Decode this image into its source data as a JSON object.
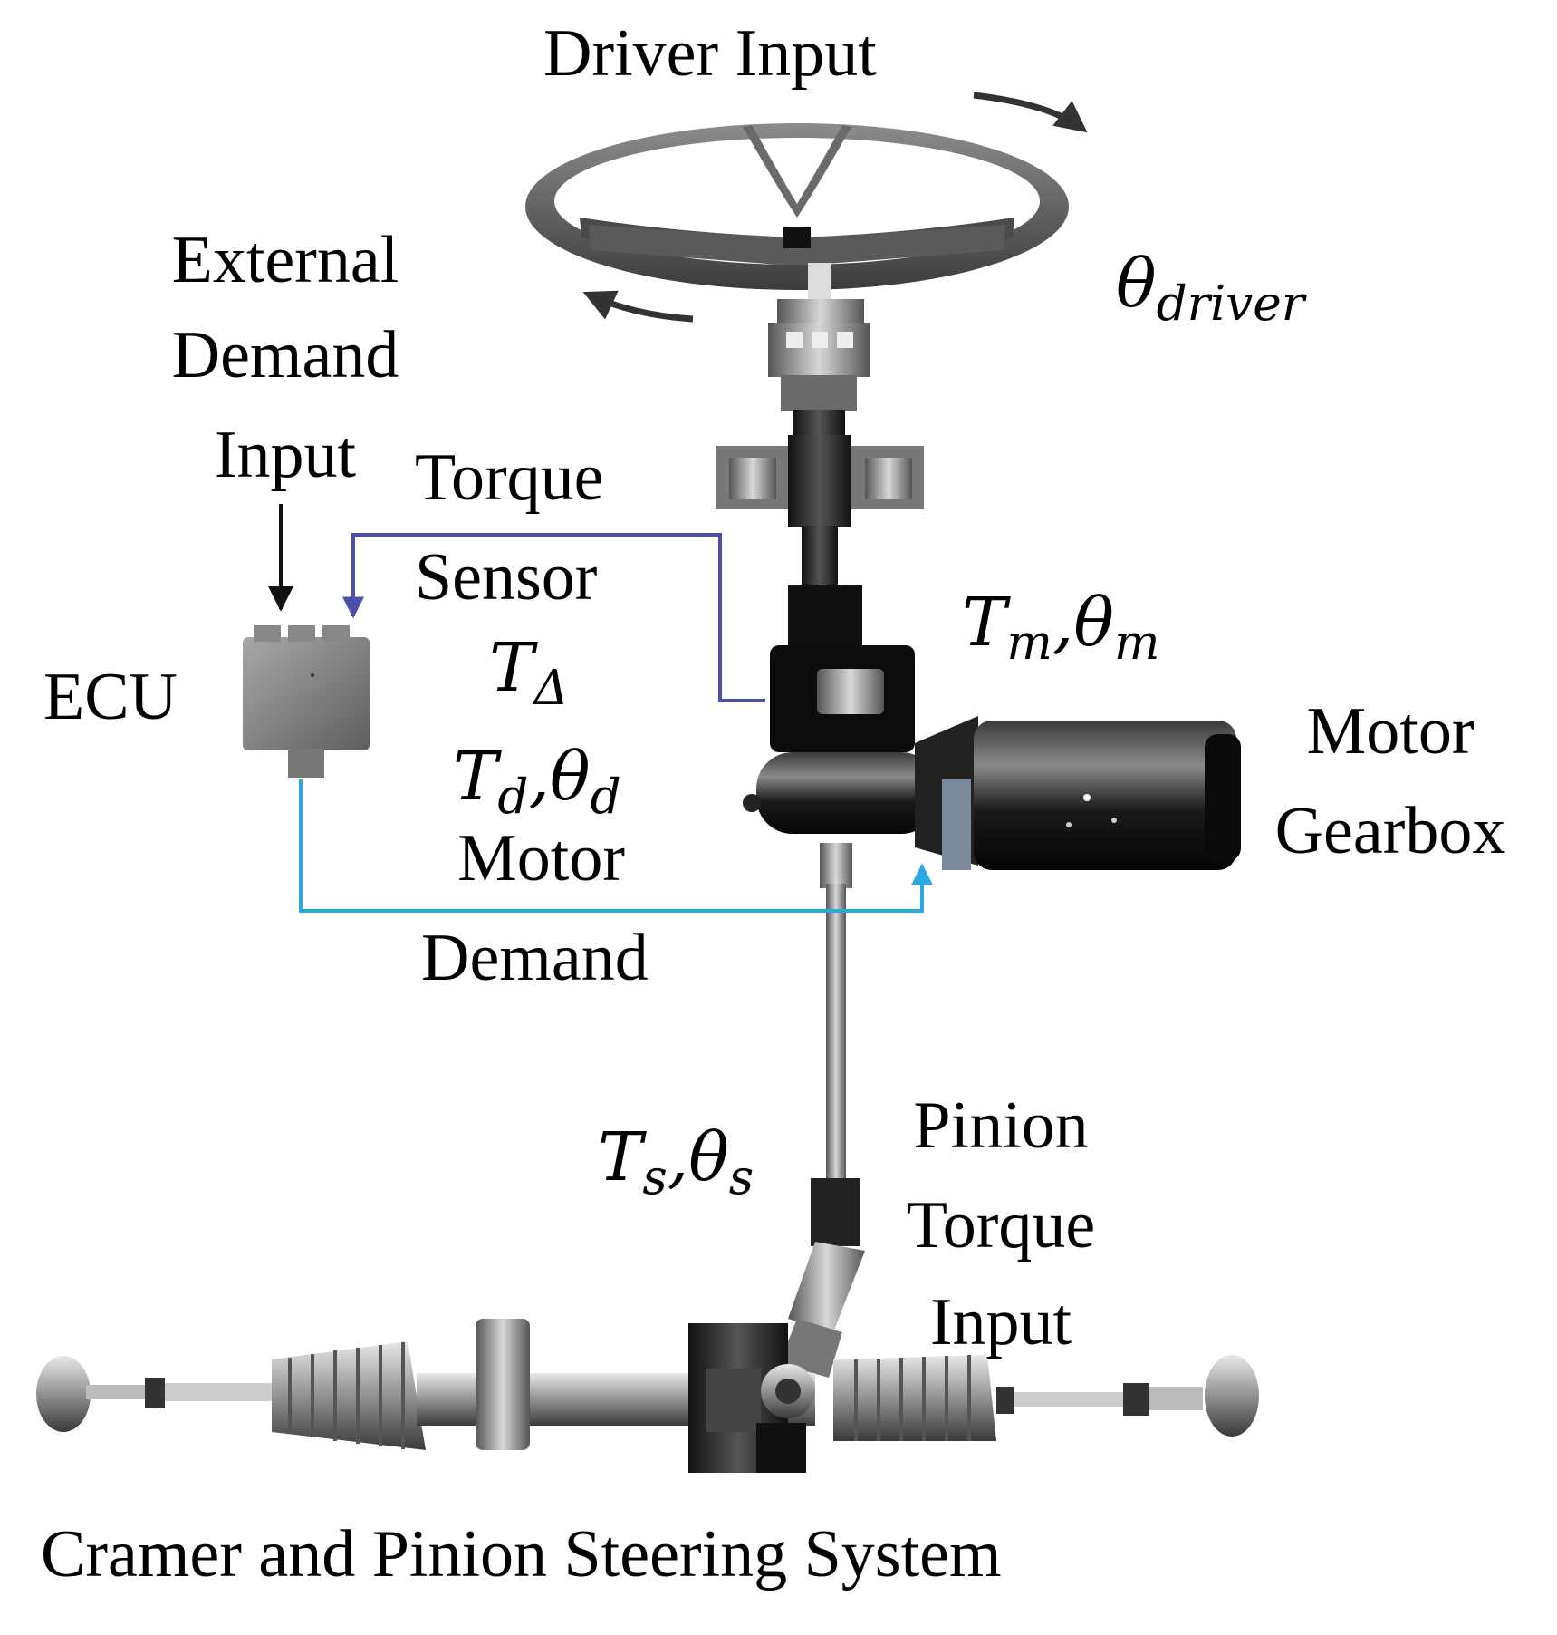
{
  "labels": {
    "driver_input": "Driver Input",
    "theta_driver_sym": "θ",
    "theta_driver_sub": "driver",
    "external_1": "External",
    "external_2": "Demand",
    "external_3": "Input",
    "torque_sensor_1": "Torque",
    "torque_sensor_2": "Sensor",
    "t_delta_sym": "T",
    "t_delta_sub": "Δ",
    "ecu": "ECU",
    "tm_sym": "T",
    "tm_sub": "m",
    "theta_m_sym": "θ",
    "theta_m_sub": "m",
    "motor_gearbox_1": "Motor",
    "motor_gearbox_2": "Gearbox",
    "td_sym": "T",
    "td_sub": "d",
    "theta_d_sym": "θ",
    "theta_d_sub": "d",
    "motor_demand_1": "Motor",
    "motor_demand_2": "Demand",
    "ts_sym": "T",
    "ts_sub": "s",
    "theta_s_sym": "θ",
    "theta_s_sub": "s",
    "pinion_1": "Pinion",
    "pinion_2": "Torque",
    "pinion_3": "Input",
    "system_caption": "Cramer and Pinion Steering System",
    "separator": ","
  },
  "colors": {
    "torque_sensor_line": "#4a50a8",
    "motor_demand_line": "#2aa8e0",
    "arrow": "#333333",
    "metal_dark": "#1c1c1c",
    "metal_mid": "#6e6e6e",
    "metal_light": "#c8c8c8"
  }
}
